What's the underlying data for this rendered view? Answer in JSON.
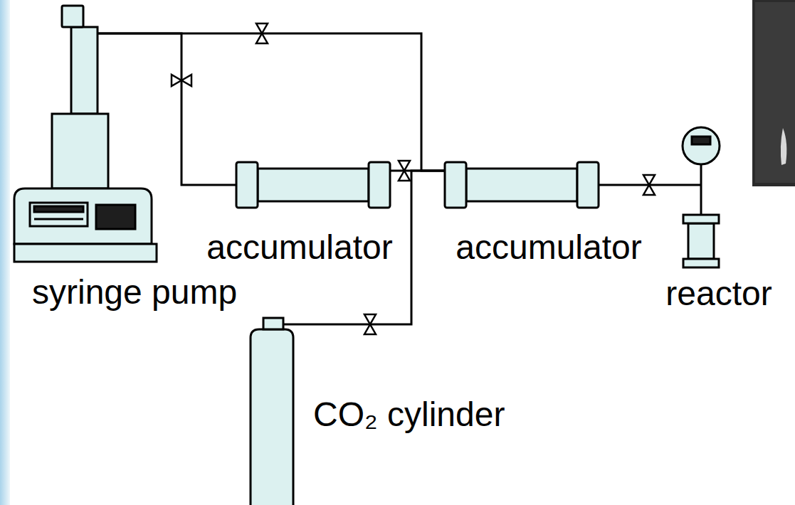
{
  "diagram": {
    "nodes": [
      {
        "text": [
          "syringe pump"
        ]
      },
      {
        "text": [
          "accumulator"
        ]
      },
      {
        "text": [
          "accumulator"
        ]
      },
      {
        "text": [
          "reactor"
        ]
      },
      {
        "text": [
          "CO₂ cylinder"
        ]
      }
    ],
    "edges": [
      {
        "from": 0,
        "to": 1,
        "arrow": "none"
      },
      {
        "from": 0,
        "to": 2,
        "arrow": "none"
      },
      {
        "from": 1,
        "to": 2,
        "arrow": "none"
      },
      {
        "from": 4,
        "to": 2,
        "arrow": "none"
      },
      {
        "from": 2,
        "to": 3,
        "arrow": "none"
      }
    ]
  }
}
